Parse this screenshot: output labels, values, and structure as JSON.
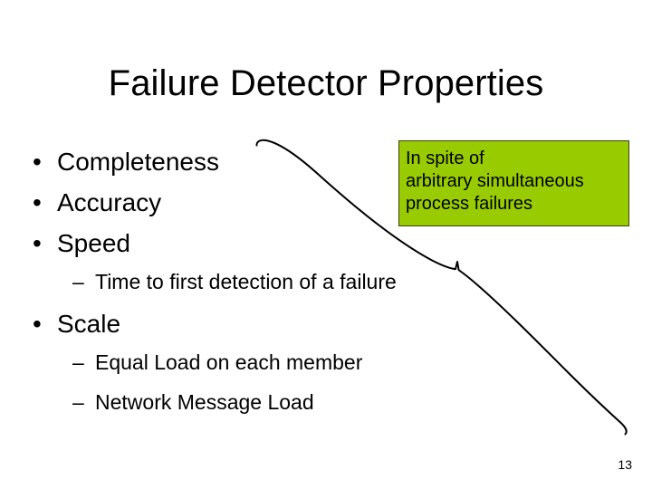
{
  "slide": {
    "title": "Failure Detector Properties",
    "number": "13",
    "background_color": "#ffffff",
    "text_color": "#000000"
  },
  "body": {
    "items": [
      {
        "level": 1,
        "marker": "•",
        "text": "Completeness"
      },
      {
        "level": 1,
        "marker": "•",
        "text": "Accuracy"
      },
      {
        "level": 1,
        "marker": "•",
        "text": "Speed"
      },
      {
        "level": 2,
        "marker": "–",
        "text": "Time to first detection of a failure"
      },
      {
        "level": 1,
        "marker": "•",
        "text": "Scale"
      },
      {
        "level": 2,
        "marker": "–",
        "text": "Equal Load on each member"
      },
      {
        "level": 2,
        "marker": "–",
        "text": "Network Message Load"
      }
    ]
  },
  "callout": {
    "text": "In spite of\narbitrary simultaneous\nprocess failures",
    "lines": [
      "In spite of",
      "arbitrary simultaneous",
      "process failures"
    ],
    "fill_color": "#99cc00",
    "border_color": "#3f3f12"
  },
  "curve": {
    "stroke_color": "#000000",
    "stroke_width": 2
  }
}
